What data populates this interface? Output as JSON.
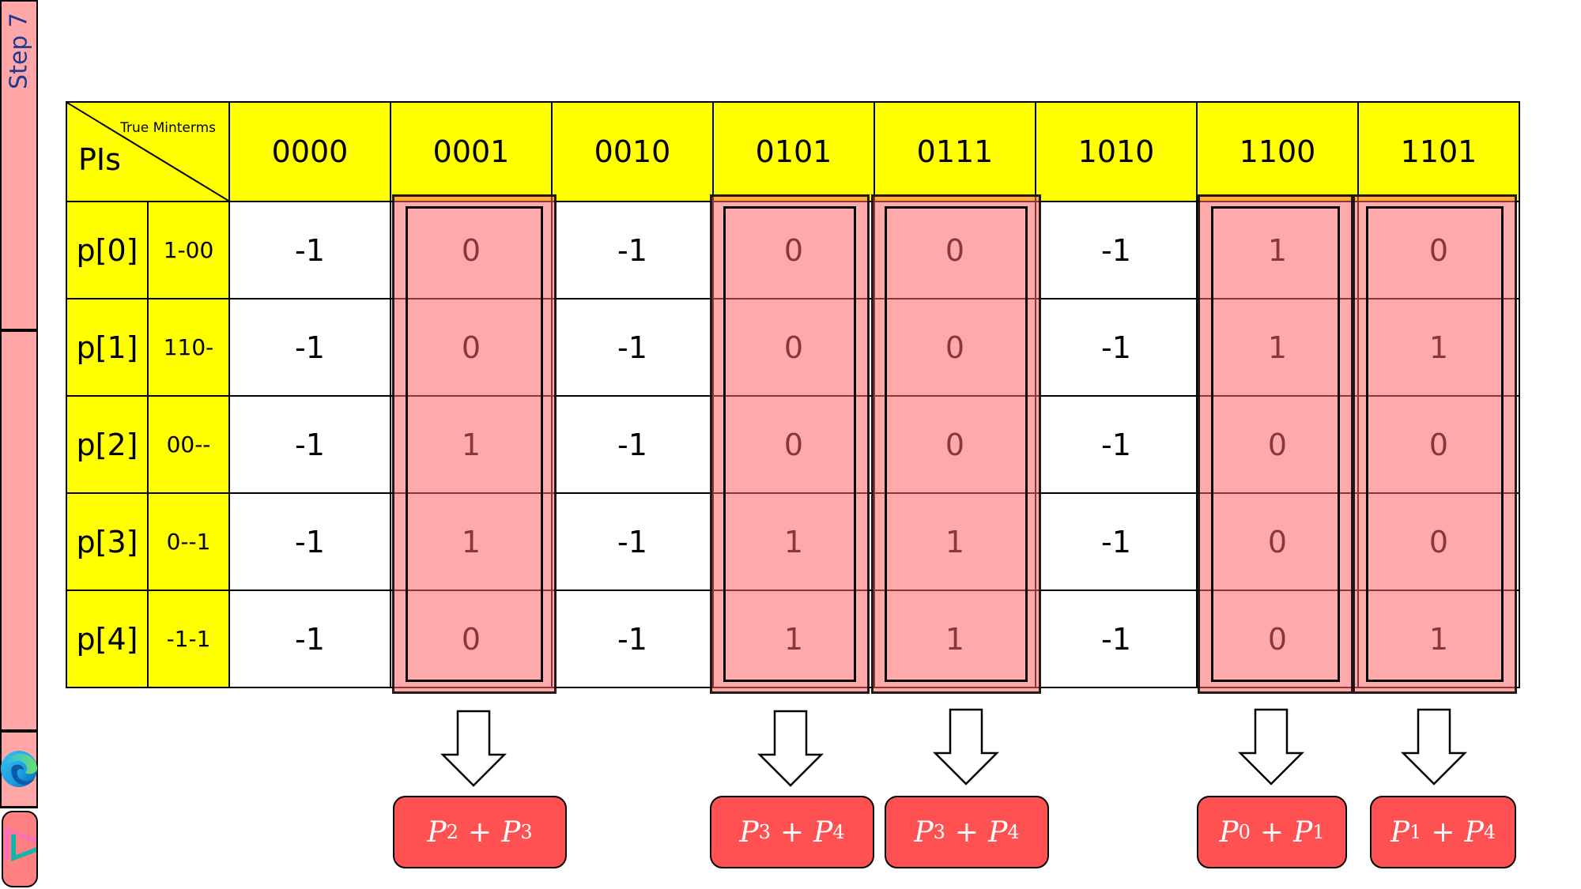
{
  "sidebar": {
    "step_label": "Step 7",
    "icons": [
      "edge-browser-icon",
      "app-launcher-icon"
    ]
  },
  "table": {
    "corner": {
      "top_label": "True Minterms",
      "left_label": "PIs"
    },
    "columns": [
      "0000",
      "0001",
      "0010",
      "0101",
      "0111",
      "1010",
      "1100",
      "1101"
    ],
    "rows": [
      {
        "pi": "p[0]",
        "pattern": "1-00",
        "values": [
          "-1",
          "0",
          "-1",
          "0",
          "0",
          "-1",
          "1",
          "0"
        ]
      },
      {
        "pi": "p[1]",
        "pattern": "110-",
        "values": [
          "-1",
          "0",
          "-1",
          "0",
          "0",
          "-1",
          "1",
          "1"
        ]
      },
      {
        "pi": "p[2]",
        "pattern": "00--",
        "values": [
          "-1",
          "1",
          "-1",
          "0",
          "0",
          "-1",
          "0",
          "0"
        ]
      },
      {
        "pi": "p[3]",
        "pattern": "0--1",
        "values": [
          "-1",
          "1",
          "-1",
          "1",
          "1",
          "-1",
          "0",
          "0"
        ]
      },
      {
        "pi": "p[4]",
        "pattern": "-1-1",
        "values": [
          "-1",
          "0",
          "-1",
          "1",
          "1",
          "-1",
          "0",
          "1"
        ]
      }
    ],
    "highlighted_columns": [
      "0001",
      "0101",
      "0111",
      "1100",
      "1101"
    ]
  },
  "results": [
    {
      "column": "0001",
      "a": "P",
      "a_sub": "2",
      "op": "+",
      "b": "P",
      "b_sub": "3"
    },
    {
      "column": "0101",
      "a": "P",
      "a_sub": "3",
      "op": "+",
      "b": "P",
      "b_sub": "4"
    },
    {
      "column": "0111",
      "a": "P",
      "a_sub": "3",
      "op": "+",
      "b": "P",
      "b_sub": "4"
    },
    {
      "column": "1100",
      "a": "P",
      "a_sub": "0",
      "op": "+",
      "b": "P",
      "b_sub": "1"
    },
    {
      "column": "1101",
      "a": "P",
      "a_sub": "1",
      "op": "+",
      "b": "P",
      "b_sub": "4"
    }
  ],
  "colors": {
    "header_bg": "#ffff00",
    "highlight": "#ffa0a0",
    "result_bg": "#ff5151",
    "arrow_top": "#ffaaaa",
    "arrow_bottom": "#ff4d4d",
    "sidebar_bg": "#ffa7a7",
    "step_text": "#1f3a93"
  }
}
